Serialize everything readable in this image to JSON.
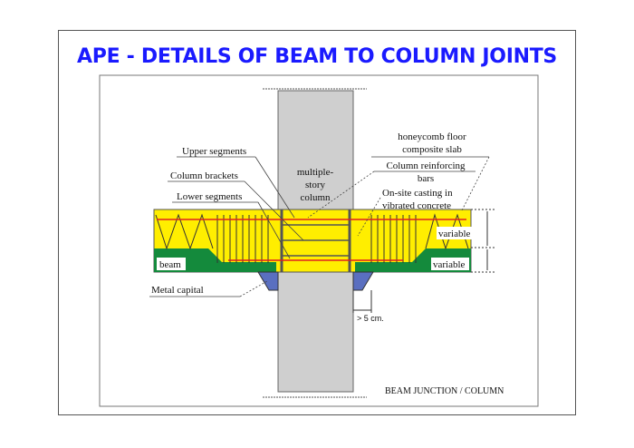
{
  "title": "APE - DETAILS OF BEAM TO COLUMN JOINTS",
  "diagram": {
    "labels": {
      "upper_segments": "Upper segments",
      "column_brackets": "Column brackets",
      "lower_segments": "Lower segments",
      "column_1": "multiple-",
      "column_2": "story",
      "column_3": "column",
      "honeycomb_1": "honeycomb floor",
      "honeycomb_2": "composite slab",
      "reinforcing_1": "Column reinforcing",
      "reinforcing_2": "bars",
      "casting_1": "On-site casting in",
      "casting_2": "vibrated concrete",
      "variable_top": "variable",
      "variable_bottom": "variable",
      "beam": "beam",
      "metal_capital": "Metal capital",
      "distance": "> 5 cm.",
      "caption": "BEAM JUNCTION / COLUMN"
    },
    "colors": {
      "slab": "#ffee00",
      "beam": "#148a3c",
      "column": "#cfcfcf",
      "capital": "#5a6fc0",
      "bars": "#e02020"
    }
  }
}
